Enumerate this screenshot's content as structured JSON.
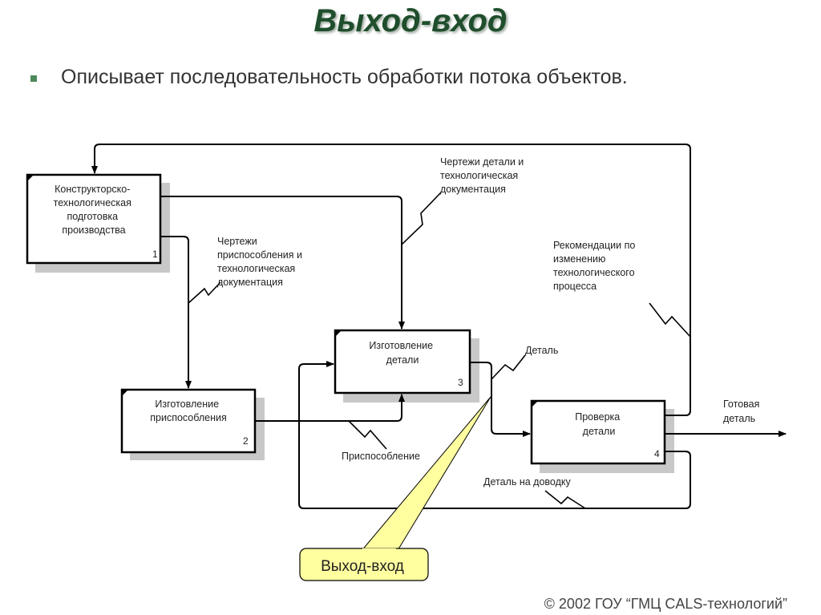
{
  "title": "Выход-вход",
  "bullet_text": "Описывает последовательность обработки потока объектов.",
  "copyright": "© 2002 ГОУ “ГМЦ CALS-технологий”",
  "boxes": [
    {
      "id": "1",
      "lines": [
        "Конструкторско-",
        "технологическая",
        "подготовка",
        "производства"
      ],
      "number": "1"
    },
    {
      "id": "2",
      "lines": [
        "Изготовление",
        "приспособления"
      ],
      "number": "2"
    },
    {
      "id": "3",
      "lines": [
        "Изготовление",
        "детали"
      ],
      "number": "3"
    },
    {
      "id": "4",
      "lines": [
        "Проверка",
        "детали"
      ],
      "number": "4"
    }
  ],
  "labels": {
    "drawings_part": [
      "Чертежи детали и",
      "технологическая",
      "документация"
    ],
    "drawings_fixture": [
      "Чертежи",
      "приспособления и",
      "технологическая",
      "документация"
    ],
    "recommendations": [
      "Рекомендации по",
      "изменению",
      "технологического",
      "процесса"
    ],
    "part": [
      "Деталь"
    ],
    "fixture": [
      "Приспособление"
    ],
    "finished_part": [
      "Готовая",
      "деталь"
    ],
    "rework_part": [
      "Деталь на доводку"
    ]
  },
  "callout": "Выход-вход",
  "colors": {
    "title": "#1f4e2c",
    "bullet": "#4c8a5b",
    "callout_fill": "#ffffa0",
    "box_shadow": "#c8c8c8"
  }
}
